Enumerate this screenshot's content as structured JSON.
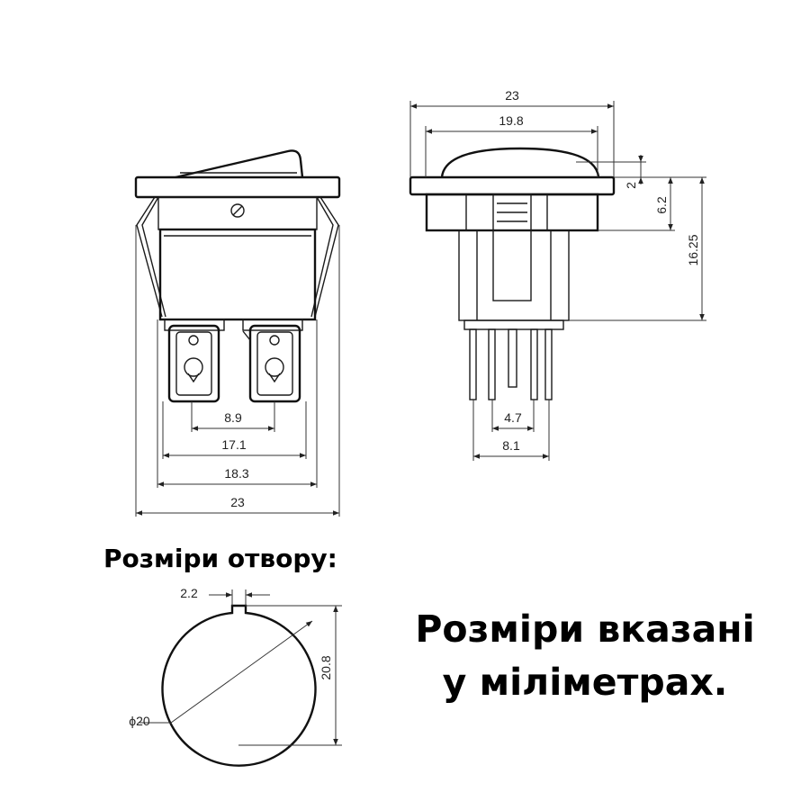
{
  "front_view": {
    "dim_contacts": "8.9",
    "dim_inner": "17.1",
    "dim_body": "18.3",
    "dim_width": "23"
  },
  "side_view": {
    "dim_width": "23",
    "dim_cap": "19.8",
    "dim_cap_height": "2",
    "dim_flange": "6.2",
    "dim_total": "16.25",
    "dim_pin_inner": "4.7",
    "dim_pin_outer": "8.1"
  },
  "hole": {
    "title": "Розміри отвору:",
    "dim_notch": "2.2",
    "dim_height": "20.8",
    "dim_diameter": "ϕ20"
  },
  "note": {
    "line1": "Розміри вказані",
    "line2": "у міліметрах."
  }
}
